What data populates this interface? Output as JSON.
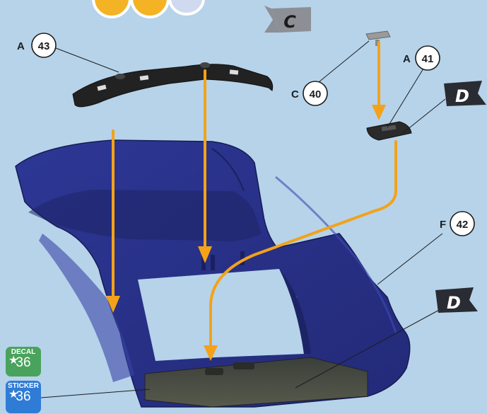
{
  "callouts": [
    {
      "letter": "A",
      "num": "43"
    },
    {
      "letter": "A",
      "num": "41"
    },
    {
      "letter": "C",
      "num": "40"
    },
    {
      "letter": "F",
      "num": "42"
    }
  ],
  "flags": [
    "C",
    "D",
    "D"
  ],
  "badges": {
    "decal": {
      "kind": "DECAL",
      "num": "36",
      "color": "#4aa35c"
    },
    "sticker": {
      "kind": "STICKER",
      "num": "36",
      "color": "#2f7cd6"
    }
  },
  "colors": {
    "background": "#b6d3ea",
    "body": "#2b3490",
    "arrow": "#f3a21a",
    "part": "#222222"
  }
}
